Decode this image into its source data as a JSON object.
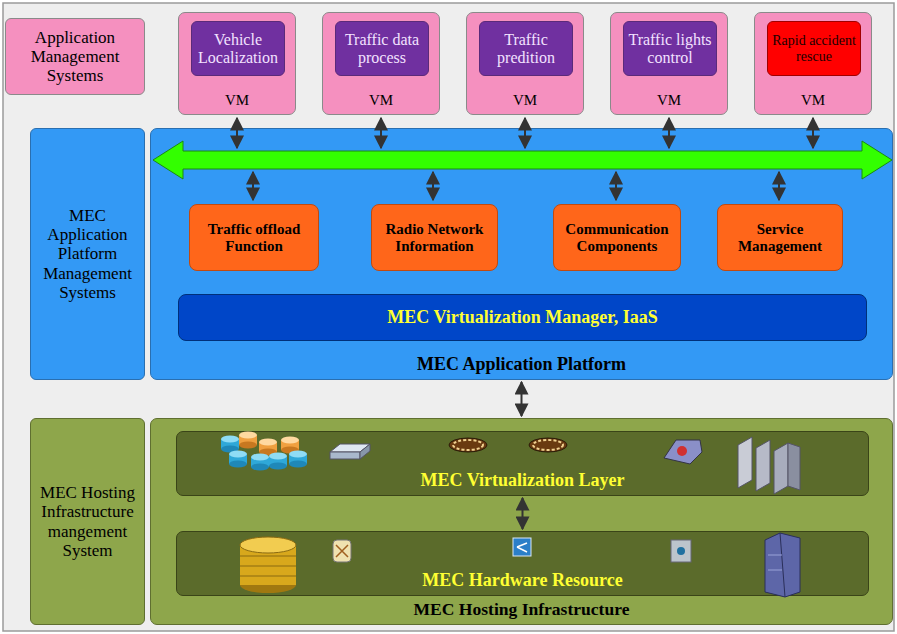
{
  "diagram": {
    "nodes": [
      {
        "text": [
          "Application Management Systems"
        ]
      },
      {
        "text": [
          "VM"
        ]
      },
      {
        "text": [
          "Vehicle Localization"
        ],
        "in": 1
      },
      {
        "text": [
          "VM"
        ]
      },
      {
        "text": [
          "Traffic data process"
        ],
        "in": 3
      },
      {
        "text": [
          "VM"
        ]
      },
      {
        "text": [
          "Traffic predition"
        ],
        "in": 5
      },
      {
        "text": [
          "VM"
        ]
      },
      {
        "text": [
          "Traffic lights control"
        ],
        "in": 7
      },
      {
        "text": [
          "VM"
        ]
      },
      {
        "text": [
          "Rapid accident rescue"
        ],
        "in": 9
      },
      {
        "text": [
          "MEC Application Platform Management Systems"
        ]
      },
      {
        "text": [
          "MEC Application Platform"
        ]
      },
      {
        "text": [
          "Traffic offload Function"
        ],
        "in": 12
      },
      {
        "text": [
          "Radio Network Information"
        ],
        "in": 12
      },
      {
        "text": [
          "Communication Components"
        ],
        "in": 12
      },
      {
        "text": [
          "Service Management"
        ],
        "in": 12
      },
      {
        "text": [
          "MEC Virtualization Manager, IaaS"
        ],
        "in": 12
      },
      {
        "text": [
          "MEC Hosting Infrastructure mangement System"
        ]
      },
      {
        "text": [
          "MEC Hosting Infrastructure"
        ]
      },
      {
        "text": [
          "MEC Virtualization Layer"
        ],
        "in": 19
      },
      {
        "text": [
          "MEC Hardware Resource"
        ],
        "in": 19
      }
    ],
    "edges": [
      {
        "from": 12,
        "to": 19,
        "arrow": "both"
      },
      {
        "from": 20,
        "to": 21,
        "arrow": "both"
      }
    ]
  }
}
